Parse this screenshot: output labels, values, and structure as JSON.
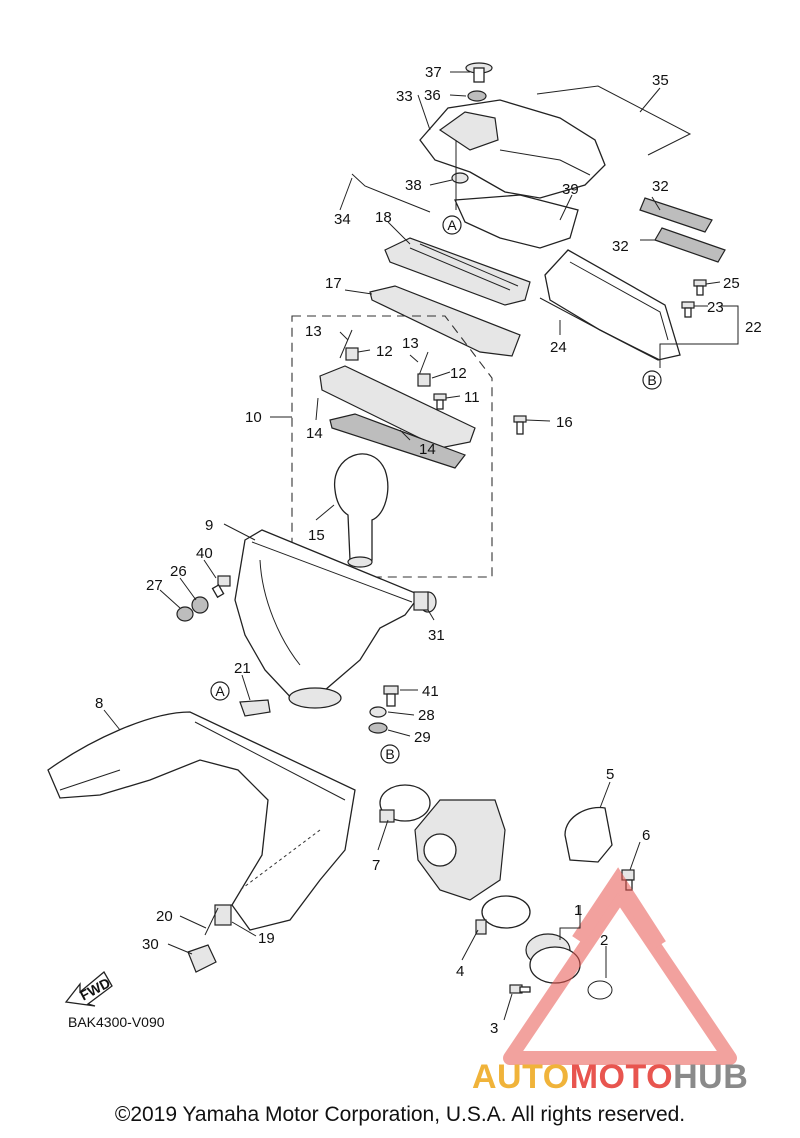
{
  "diagram": {
    "code": "BAK4300-V090",
    "copyright": "©2019 Yamaha Motor Corporation, U.S.A. All rights reserved.",
    "fwd_label": "FWD",
    "callouts": {
      "a": "A",
      "b": "B"
    },
    "part_numbers": {
      "p1": "1",
      "p2": "2",
      "p3": "3",
      "p4": "4",
      "p5": "5",
      "p6": "6",
      "p7": "7",
      "p8": "8",
      "p9": "9",
      "p10": "10",
      "p11": "11",
      "p12a": "12",
      "p12b": "12",
      "p13a": "13",
      "p13b": "13",
      "p14a": "14",
      "p14b": "14",
      "p15": "15",
      "p16": "16",
      "p17": "17",
      "p18": "18",
      "p19": "19",
      "p20": "20",
      "p21": "21",
      "p22": "22",
      "p23": "23",
      "p24": "24",
      "p25": "25",
      "p26": "26",
      "p27": "27",
      "p28": "28",
      "p29": "29",
      "p30": "30",
      "p31": "31",
      "p32a": "32",
      "p32b": "32",
      "p33": "33",
      "p34": "34",
      "p35": "35",
      "p36": "36",
      "p37": "37",
      "p38": "38",
      "p39": "39",
      "p40": "40",
      "p41": "41"
    }
  },
  "watermark": {
    "part1": "AUTO",
    "part2": "MOTO",
    "part3": "HUB",
    "colors": {
      "auto": "#f0b33a",
      "moto": "#e8554f",
      "hub": "#8a8a8a",
      "triangle": "#e8554f"
    }
  }
}
